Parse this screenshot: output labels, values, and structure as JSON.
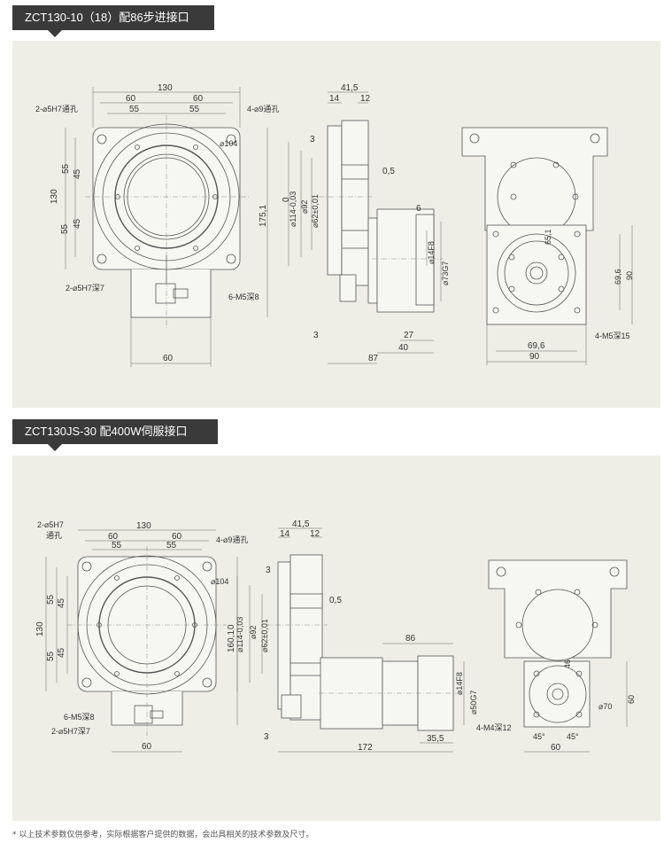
{
  "section1": {
    "title": "ZCT130-10（18）配86步进接口",
    "dims": {
      "top_130": "130",
      "top_60a": "60",
      "top_60b": "60",
      "top_55a": "55",
      "top_55b": "55",
      "hole_left": "2-⌀5H7通孔",
      "hole_right": "4-⌀9通孔",
      "d104": "⌀104",
      "v55a": "55",
      "v45a": "45",
      "v130": "130",
      "v45b": "45",
      "v55b": "55",
      "v1751": "175,1",
      "pin_left": "2-⌀5H7深7",
      "tap": "6-M5深8",
      "bottom_60": "60",
      "s_415": "41,5",
      "s_14": "14",
      "s_12": "12",
      "s_3a": "3",
      "s_05": "0,5",
      "s_0": "0",
      "s_114": "⌀114-0,03",
      "s_92": "⌀92",
      "s_62": "⌀62±0,01",
      "s_6": "6",
      "s_14f8": "⌀14F8",
      "s_73g7": "⌀73G7",
      "s_3b": "3",
      "s_27": "27",
      "s_40": "40",
      "s_87": "87",
      "r_651": "65,1",
      "r_696v": "69,6",
      "r_90v": "90",
      "r_m5": "4-M5深15",
      "r_696h": "69,6",
      "r_90h": "90"
    }
  },
  "section2": {
    "title": "ZCT130JS-30 配400W伺服接口",
    "dims": {
      "hole_left1": "2-⌀5H7",
      "hole_left2": "通孔",
      "top_130": "130",
      "top_60a": "60",
      "top_60b": "60",
      "top_55a": "55",
      "top_55b": "55",
      "hole_right": "4-⌀9通孔",
      "d104": "⌀104",
      "v130": "130",
      "v55a": "55",
      "v45a": "45",
      "v45b": "45",
      "v55b": "55",
      "v1601": "160,1",
      "tap": "6-M5深8",
      "pin_left": "2-⌀5H7深7",
      "bottom_60": "60",
      "s_415": "41,5",
      "s_14": "14",
      "s_12": "12",
      "s_3a": "3",
      "s_05": "0,5",
      "s_0": "0",
      "s_114": "⌀114-0,03",
      "s_92": "⌀92",
      "s_62": "⌀62±0,01",
      "s_86": "86",
      "s_14f8": "⌀14F8",
      "s_50g7": "⌀50G7",
      "s_3b": "3",
      "s_355": "35,5",
      "s_172": "172",
      "r_46": "46",
      "r_70": "⌀70",
      "r_60v": "60",
      "r_m4": "4-M4深12",
      "r_45a": "45°",
      "r_45b": "45°",
      "r_60h": "60"
    }
  },
  "footer_note": "* 以上技术参数仅供参考，实际根据客户提供的数据，会出具相关的技术参数及尺寸。"
}
